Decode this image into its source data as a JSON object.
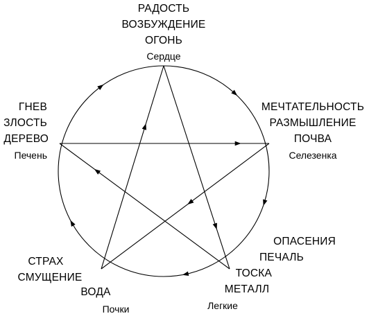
{
  "colors": {
    "ink": "#000000",
    "background": "#ffffff"
  },
  "elements": {
    "fire": {
      "emotion_1": "РАДОСТЬ",
      "emotion_2": "ВОЗБУЖДЕНИЕ",
      "element": "ОГОНЬ",
      "organ": "Сердце"
    },
    "earth": {
      "emotion_1": "МЕЧТАТЕЛЬНОСТЬ",
      "emotion_2": "РАЗМЫШЛЕНИЕ",
      "element": "ПОЧВА",
      "organ": "Селезенка"
    },
    "metal": {
      "emotion_1": "ОПАСЕНИЯ",
      "emotion_2": "ПЕЧАЛЬ",
      "emotion_3": "ТОСКА",
      "element": "МЕТАЛЛ",
      "organ": "Легкие"
    },
    "water": {
      "emotion_1": "СТРАХ",
      "emotion_2": "СМУЩЕНИЕ",
      "element": "ВОДА",
      "organ": "Почки"
    },
    "wood": {
      "emotion_1": "ГНЕВ",
      "emotion_2": "ЗЛОСТЬ",
      "element": "ДЕРЕВО",
      "organ": "Печень"
    }
  }
}
